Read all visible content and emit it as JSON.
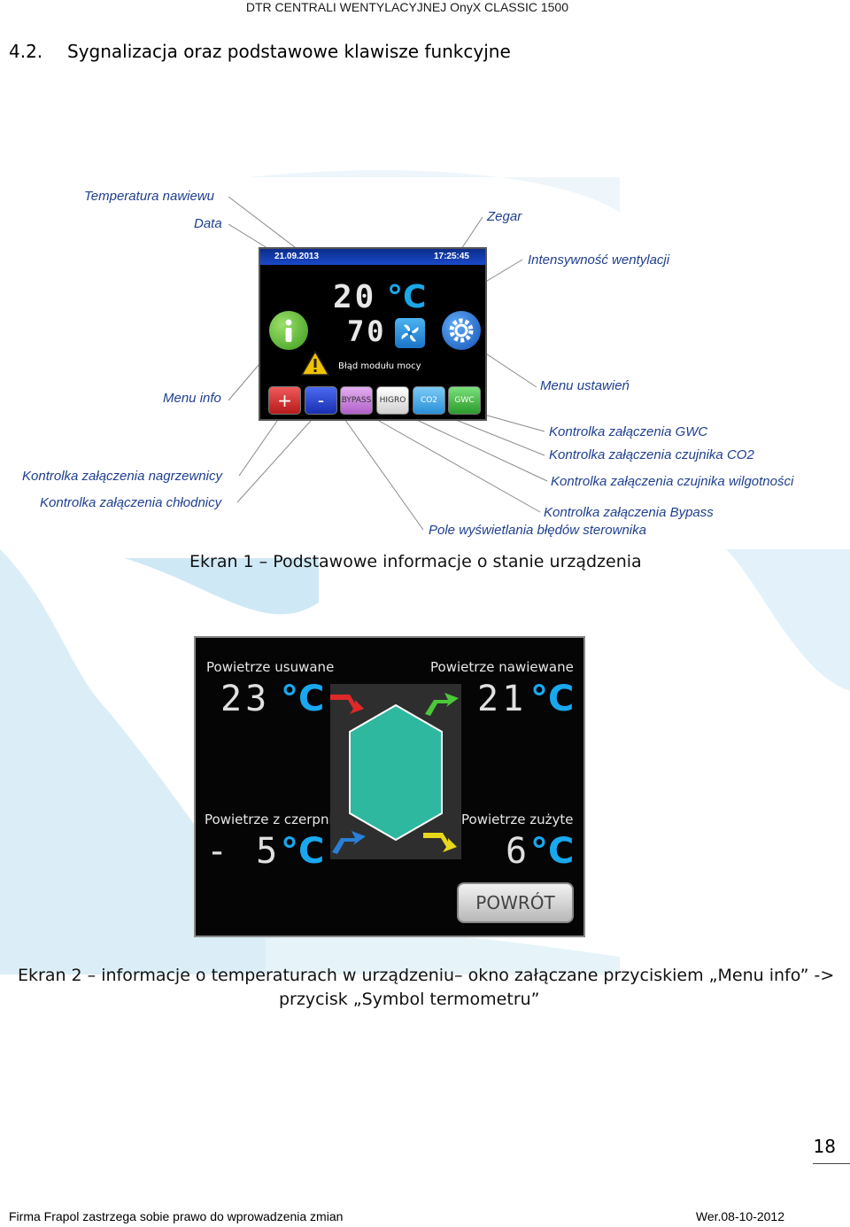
{
  "header": {
    "title": "DTR CENTRALI WENTYLACYJNEJ OnyX CLASSIC 1500"
  },
  "section": {
    "number": "4.2.",
    "title": "Sygnalizacja oraz podstawowe klawisze funkcyjne"
  },
  "callouts": {
    "temp_nawiewu": "Temperatura nawiewu",
    "data": "Data",
    "zegar": "Zegar",
    "intensywnosc": "Intensywność wentylacji",
    "menu_info": "Menu info",
    "menu_ustawien": "Menu ustawień",
    "gwc": "Kontrolka załączenia GWC",
    "co2": "Kontrolka załączenia czujnika CO2",
    "nagrzewnicy": "Kontrolka załączenia nagrzewnicy",
    "wilgotnosci": "Kontrolka załączenia czujnika wilgotności",
    "chlodnicy": "Kontrolka załączenia chłodnicy",
    "bypass": "Kontrolka załączenia Bypass",
    "bledy": "Pole wyświetlania błędów sterownika"
  },
  "screen1": {
    "date": "21.09.2013",
    "clock": "17:25:45",
    "temp_value": "20",
    "temp_unit": "°C",
    "fan_value": "70",
    "error_text": "Błąd modułu mocy",
    "buttons": {
      "plus": "+",
      "minus": "-",
      "bypass": "BYPASS",
      "higro": "HIGRO",
      "co2": "CO2",
      "gwc": "GWC"
    },
    "colors": {
      "info": "#5cb82e",
      "settings": "#1a6fd1",
      "fan": "#2a8fdc",
      "plus": "#d42a2a",
      "minus": "#1a3fc8",
      "bypass": "#c87ad8",
      "higro": "#e8e8e8",
      "co2": "#3aa8e8",
      "gwc": "#3bb83b"
    }
  },
  "caption1": "Ekran 1 – Podstawowe informacje o stanie urządzenia",
  "screen2": {
    "removed_label": "Powietrze usuwane",
    "removed_value": "23",
    "supply_label": "Powietrze nawiewane",
    "supply_value": "21",
    "intake_label": "Powietrze z czerpni",
    "intake_value": "- 5",
    "exhaust_label": "Powietrze zużyte",
    "exhaust_value": "6",
    "unit": "°C",
    "back_button": "POWRÓT",
    "colors": {
      "exchanger": "#2eb8a0",
      "arrow_removed": "#e02828",
      "arrow_supply": "#4cc83a",
      "arrow_intake": "#2a7fd8",
      "arrow_exhaust": "#e8d81a"
    }
  },
  "caption2": {
    "line1": "Ekran 2 – informacje o temperaturach w urządzeniu– okno załączane przyciskiem „Menu info” ->",
    "line2": "przycisk „Symbol termometru”"
  },
  "page_number": "18",
  "footer": {
    "left": "Firma Frapol zastrzega sobie prawo do wprowadzenia zmian",
    "right": "Wer.08-10-2012"
  }
}
